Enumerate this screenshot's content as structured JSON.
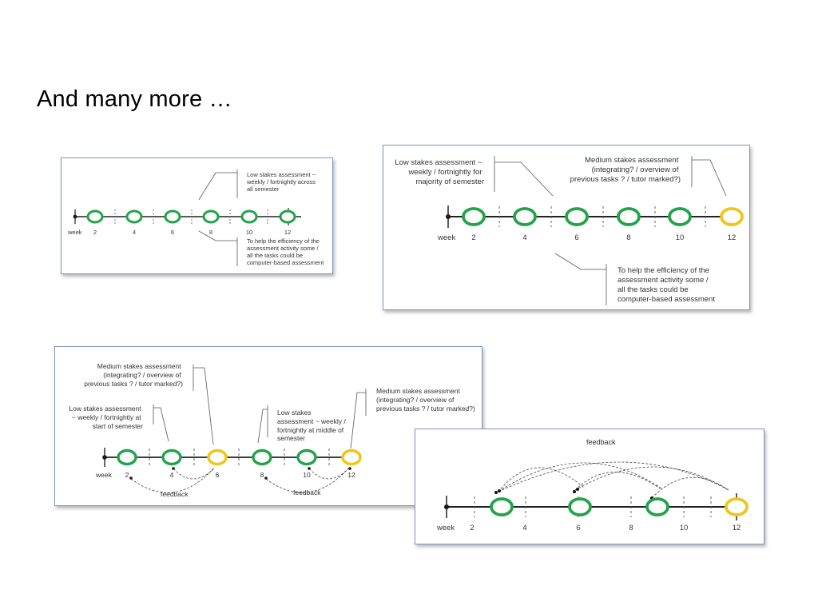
{
  "slide": {
    "title": "And many more …"
  },
  "week_label": "week",
  "ticks": [
    "2",
    "4",
    "6",
    "8",
    "10",
    "12"
  ],
  "feedback_label": "feedback",
  "notes": {
    "low_semester": [
      "Low stakes  assessment  ~",
      "weekly / fortnightly across",
      "all semester"
    ],
    "efficiency_small": [
      "To help the efficiency of the",
      "assessment activity some /",
      "all the tasks could be",
      "computer-based assessment"
    ],
    "low_majority": [
      "Low stakes assessment  ~",
      "weekly / fortnightly for",
      "majority of semester"
    ],
    "medium_top": [
      "Medium stakes assessment",
      "(integrating? / overview of",
      "previous tasks ? / tutor marked?)"
    ],
    "efficiency_large": [
      "To help the efficiency of the",
      "assessment activity some /",
      "all the tasks  could be",
      "computer-based assessment"
    ],
    "medium_left": [
      "Medium stakes assessment",
      "(integrating? / overview of",
      "previous tasks  ? / tutor marked?)"
    ],
    "low_start": [
      "Low stakes assessment",
      "~ weekly / fortnightly at",
      "start of semester"
    ],
    "low_middle": [
      "Low stakes",
      "assessment  ~ weekly /",
      "fortnightly at middle of",
      "semester"
    ],
    "medium_right": [
      "Medium stakes assessment",
      "(integrating? / overview of",
      "previous tasks  ? / tutor marked?)"
    ]
  },
  "colors": {
    "low_stakes": "#22a34a",
    "medium_stakes": "#f0c419",
    "panel_border": "#8096b8",
    "line": "#222222"
  }
}
